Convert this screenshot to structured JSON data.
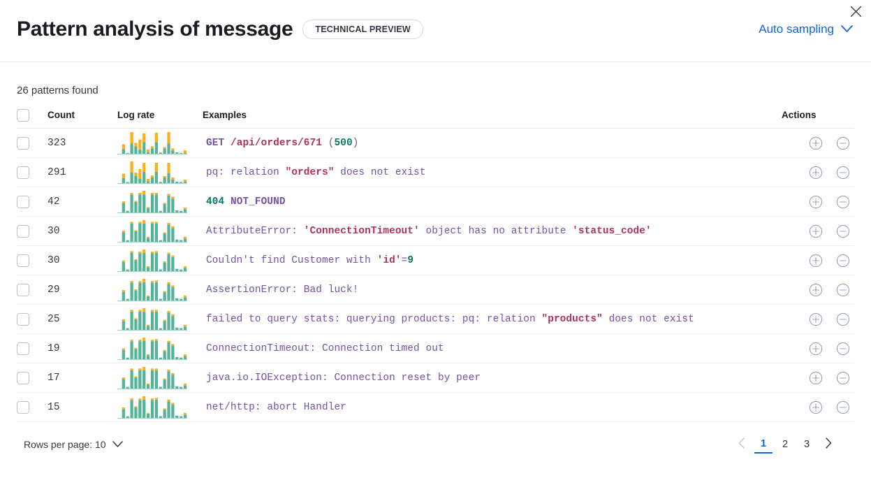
{
  "header": {
    "title": "Pattern analysis of message",
    "badge": "TECHNICAL PREVIEW",
    "sampling_label": "Auto sampling",
    "close_icon": "close-icon",
    "chevron_icon": "chevron-down-icon"
  },
  "summary": "26 patterns found",
  "table": {
    "columns": {
      "select": "",
      "count": "Count",
      "log_rate": "Log rate",
      "examples": "Examples",
      "actions": "Actions"
    },
    "actions": {
      "add_label": "add-filter",
      "remove_label": "remove-filter",
      "add_icon": "plus-circle-icon",
      "remove_icon": "minus-circle-icon"
    },
    "rows": [
      {
        "count": "323",
        "example": "GET /api/orders/671 (500)",
        "tokens": [
          {
            "t": "GET",
            "c": "kw"
          },
          {
            "t": " ",
            "c": "txt"
          },
          {
            "t": "/api/orders/671",
            "c": "str"
          },
          {
            "t": " (",
            "c": "txt"
          },
          {
            "t": "500",
            "c": "num"
          },
          {
            "t": ")",
            "c": "txt"
          }
        ],
        "spark": {
          "green": [
            0,
            14,
            2,
            30,
            22,
            12,
            34,
            4,
            16,
            34,
            2,
            16,
            30,
            10,
            4,
            2,
            2
          ],
          "orange": [
            0,
            14,
            0,
            34,
            10,
            30,
            26,
            8,
            6,
            28,
            2,
            4,
            34,
            6,
            0,
            0,
            8
          ]
        }
      },
      {
        "count": "291",
        "example": "pq: relation \"orders\" does not exist",
        "tokens": [
          {
            "t": "pq: relation ",
            "c": "txt"
          },
          {
            "t": "\"orders\"",
            "c": "str"
          },
          {
            "t": " does not exist",
            "c": "txt"
          }
        ],
        "spark": {
          "green": [
            0,
            14,
            3,
            30,
            20,
            12,
            32,
            5,
            16,
            32,
            2,
            16,
            28,
            10,
            4,
            3,
            3
          ],
          "orange": [
            0,
            13,
            0,
            32,
            10,
            28,
            26,
            7,
            6,
            26,
            2,
            4,
            30,
            6,
            0,
            0,
            7
          ]
        }
      },
      {
        "count": "42",
        "example": "404 NOT_FOUND",
        "tokens": [
          {
            "t": "404",
            "c": "num"
          },
          {
            "t": " ",
            "c": "txt"
          },
          {
            "t": "NOT_FOUND",
            "c": "kw"
          }
        ],
        "spark": {
          "green": [
            0,
            18,
            3,
            34,
            20,
            34,
            34,
            8,
            34,
            34,
            3,
            16,
            32,
            26,
            4,
            3,
            6
          ],
          "orange": [
            0,
            3,
            0,
            3,
            2,
            3,
            7,
            2,
            3,
            3,
            0,
            2,
            3,
            4,
            0,
            0,
            3
          ]
        }
      },
      {
        "count": "30",
        "example": "AttributeError: 'ConnectionTimeout' object has no attribute 'status_code'",
        "tokens": [
          {
            "t": "AttributeError: ",
            "c": "txt"
          },
          {
            "t": "'ConnectionTimeout'",
            "c": "str"
          },
          {
            "t": " object has no attribute ",
            "c": "txt"
          },
          {
            "t": "'status_code'",
            "c": "str"
          }
        ],
        "spark": {
          "green": [
            0,
            17,
            3,
            33,
            19,
            33,
            33,
            7,
            33,
            33,
            3,
            15,
            31,
            25,
            4,
            3,
            6
          ],
          "orange": [
            0,
            3,
            0,
            3,
            2,
            3,
            6,
            2,
            3,
            3,
            0,
            2,
            3,
            3,
            0,
            0,
            3
          ]
        }
      },
      {
        "count": "30",
        "example": "Couldn't find Customer with 'id'=9",
        "tokens": [
          {
            "t": "Couldn't find Customer with ",
            "c": "txt"
          },
          {
            "t": "'id'",
            "c": "str"
          },
          {
            "t": "=",
            "c": "txt"
          },
          {
            "t": "9",
            "c": "num"
          }
        ],
        "spark": {
          "green": [
            0,
            17,
            3,
            34,
            20,
            33,
            34,
            7,
            33,
            34,
            3,
            16,
            31,
            26,
            4,
            3,
            6
          ],
          "orange": [
            0,
            3,
            0,
            3,
            2,
            3,
            6,
            2,
            3,
            3,
            0,
            2,
            3,
            3,
            0,
            0,
            3
          ]
        }
      },
      {
        "count": "29",
        "example": "AssertionError: Bad luck!",
        "tokens": [
          {
            "t": "AssertionError: Bad luck!",
            "c": "txt"
          }
        ],
        "spark": {
          "green": [
            0,
            16,
            3,
            32,
            18,
            32,
            33,
            7,
            32,
            33,
            3,
            15,
            30,
            24,
            4,
            3,
            6
          ],
          "orange": [
            0,
            3,
            0,
            3,
            2,
            3,
            6,
            2,
            3,
            3,
            0,
            2,
            3,
            3,
            0,
            0,
            3
          ]
        }
      },
      {
        "count": "25",
        "example": "failed to query stats: querying products: pq: relation \"products\" does not exist",
        "tokens": [
          {
            "t": "failed to query stats: querying products: pq: relation ",
            "c": "txt"
          },
          {
            "t": "\"products\"",
            "c": "str"
          },
          {
            "t": " does not exist",
            "c": "txt"
          }
        ],
        "spark": {
          "green": [
            0,
            16,
            3,
            33,
            19,
            33,
            33,
            7,
            33,
            33,
            3,
            16,
            31,
            25,
            4,
            3,
            6
          ],
          "orange": [
            0,
            3,
            0,
            3,
            2,
            3,
            6,
            2,
            3,
            3,
            0,
            2,
            3,
            3,
            0,
            0,
            3
          ]
        }
      },
      {
        "count": "19",
        "example": "ConnectionTimeout: Connection timed out",
        "tokens": [
          {
            "t": "ConnectionTimeout: Connection timed out",
            "c": "txt"
          }
        ],
        "spark": {
          "green": [
            0,
            17,
            3,
            33,
            19,
            33,
            34,
            7,
            33,
            34,
            3,
            15,
            31,
            25,
            4,
            3,
            6
          ],
          "orange": [
            0,
            3,
            0,
            3,
            2,
            3,
            6,
            2,
            3,
            3,
            0,
            2,
            3,
            3,
            0,
            0,
            3
          ]
        }
      },
      {
        "count": "17",
        "example": "java.io.IOException: Connection reset by peer",
        "tokens": [
          {
            "t": "java.io.IOException: Connection reset by peer",
            "c": "txt"
          }
        ],
        "spark": {
          "green": [
            0,
            17,
            3,
            33,
            20,
            33,
            33,
            7,
            33,
            33,
            3,
            16,
            31,
            25,
            4,
            3,
            6
          ],
          "orange": [
            0,
            3,
            0,
            3,
            2,
            3,
            6,
            2,
            3,
            3,
            0,
            2,
            3,
            3,
            0,
            0,
            3
          ]
        }
      },
      {
        "count": "15",
        "example": "net/http: abort Handler",
        "tokens": [
          {
            "t": "net/http: abort Handler",
            "c": "txt"
          }
        ],
        "spark": {
          "green": [
            0,
            16,
            3,
            32,
            19,
            32,
            33,
            7,
            32,
            33,
            3,
            15,
            30,
            24,
            4,
            3,
            6
          ],
          "orange": [
            0,
            3,
            0,
            3,
            2,
            3,
            6,
            2,
            3,
            3,
            0,
            2,
            3,
            3,
            0,
            0,
            3
          ]
        }
      }
    ]
  },
  "footer": {
    "rows_per_page": "Rows per page: 10",
    "rows_per_page_icon": "chevron-down-icon",
    "prev_icon": "chevron-left-icon",
    "next_icon": "chevron-right-icon",
    "pages": [
      "1",
      "2",
      "3"
    ],
    "active_page": "1"
  },
  "colors": {
    "accent": "#0b64dd",
    "bar_green": "#54b399",
    "bar_orange": "#fdaf16",
    "text": "#343741",
    "token_text": "#7551a8",
    "token_string": "#b0325c",
    "token_number": "#067a5e"
  }
}
